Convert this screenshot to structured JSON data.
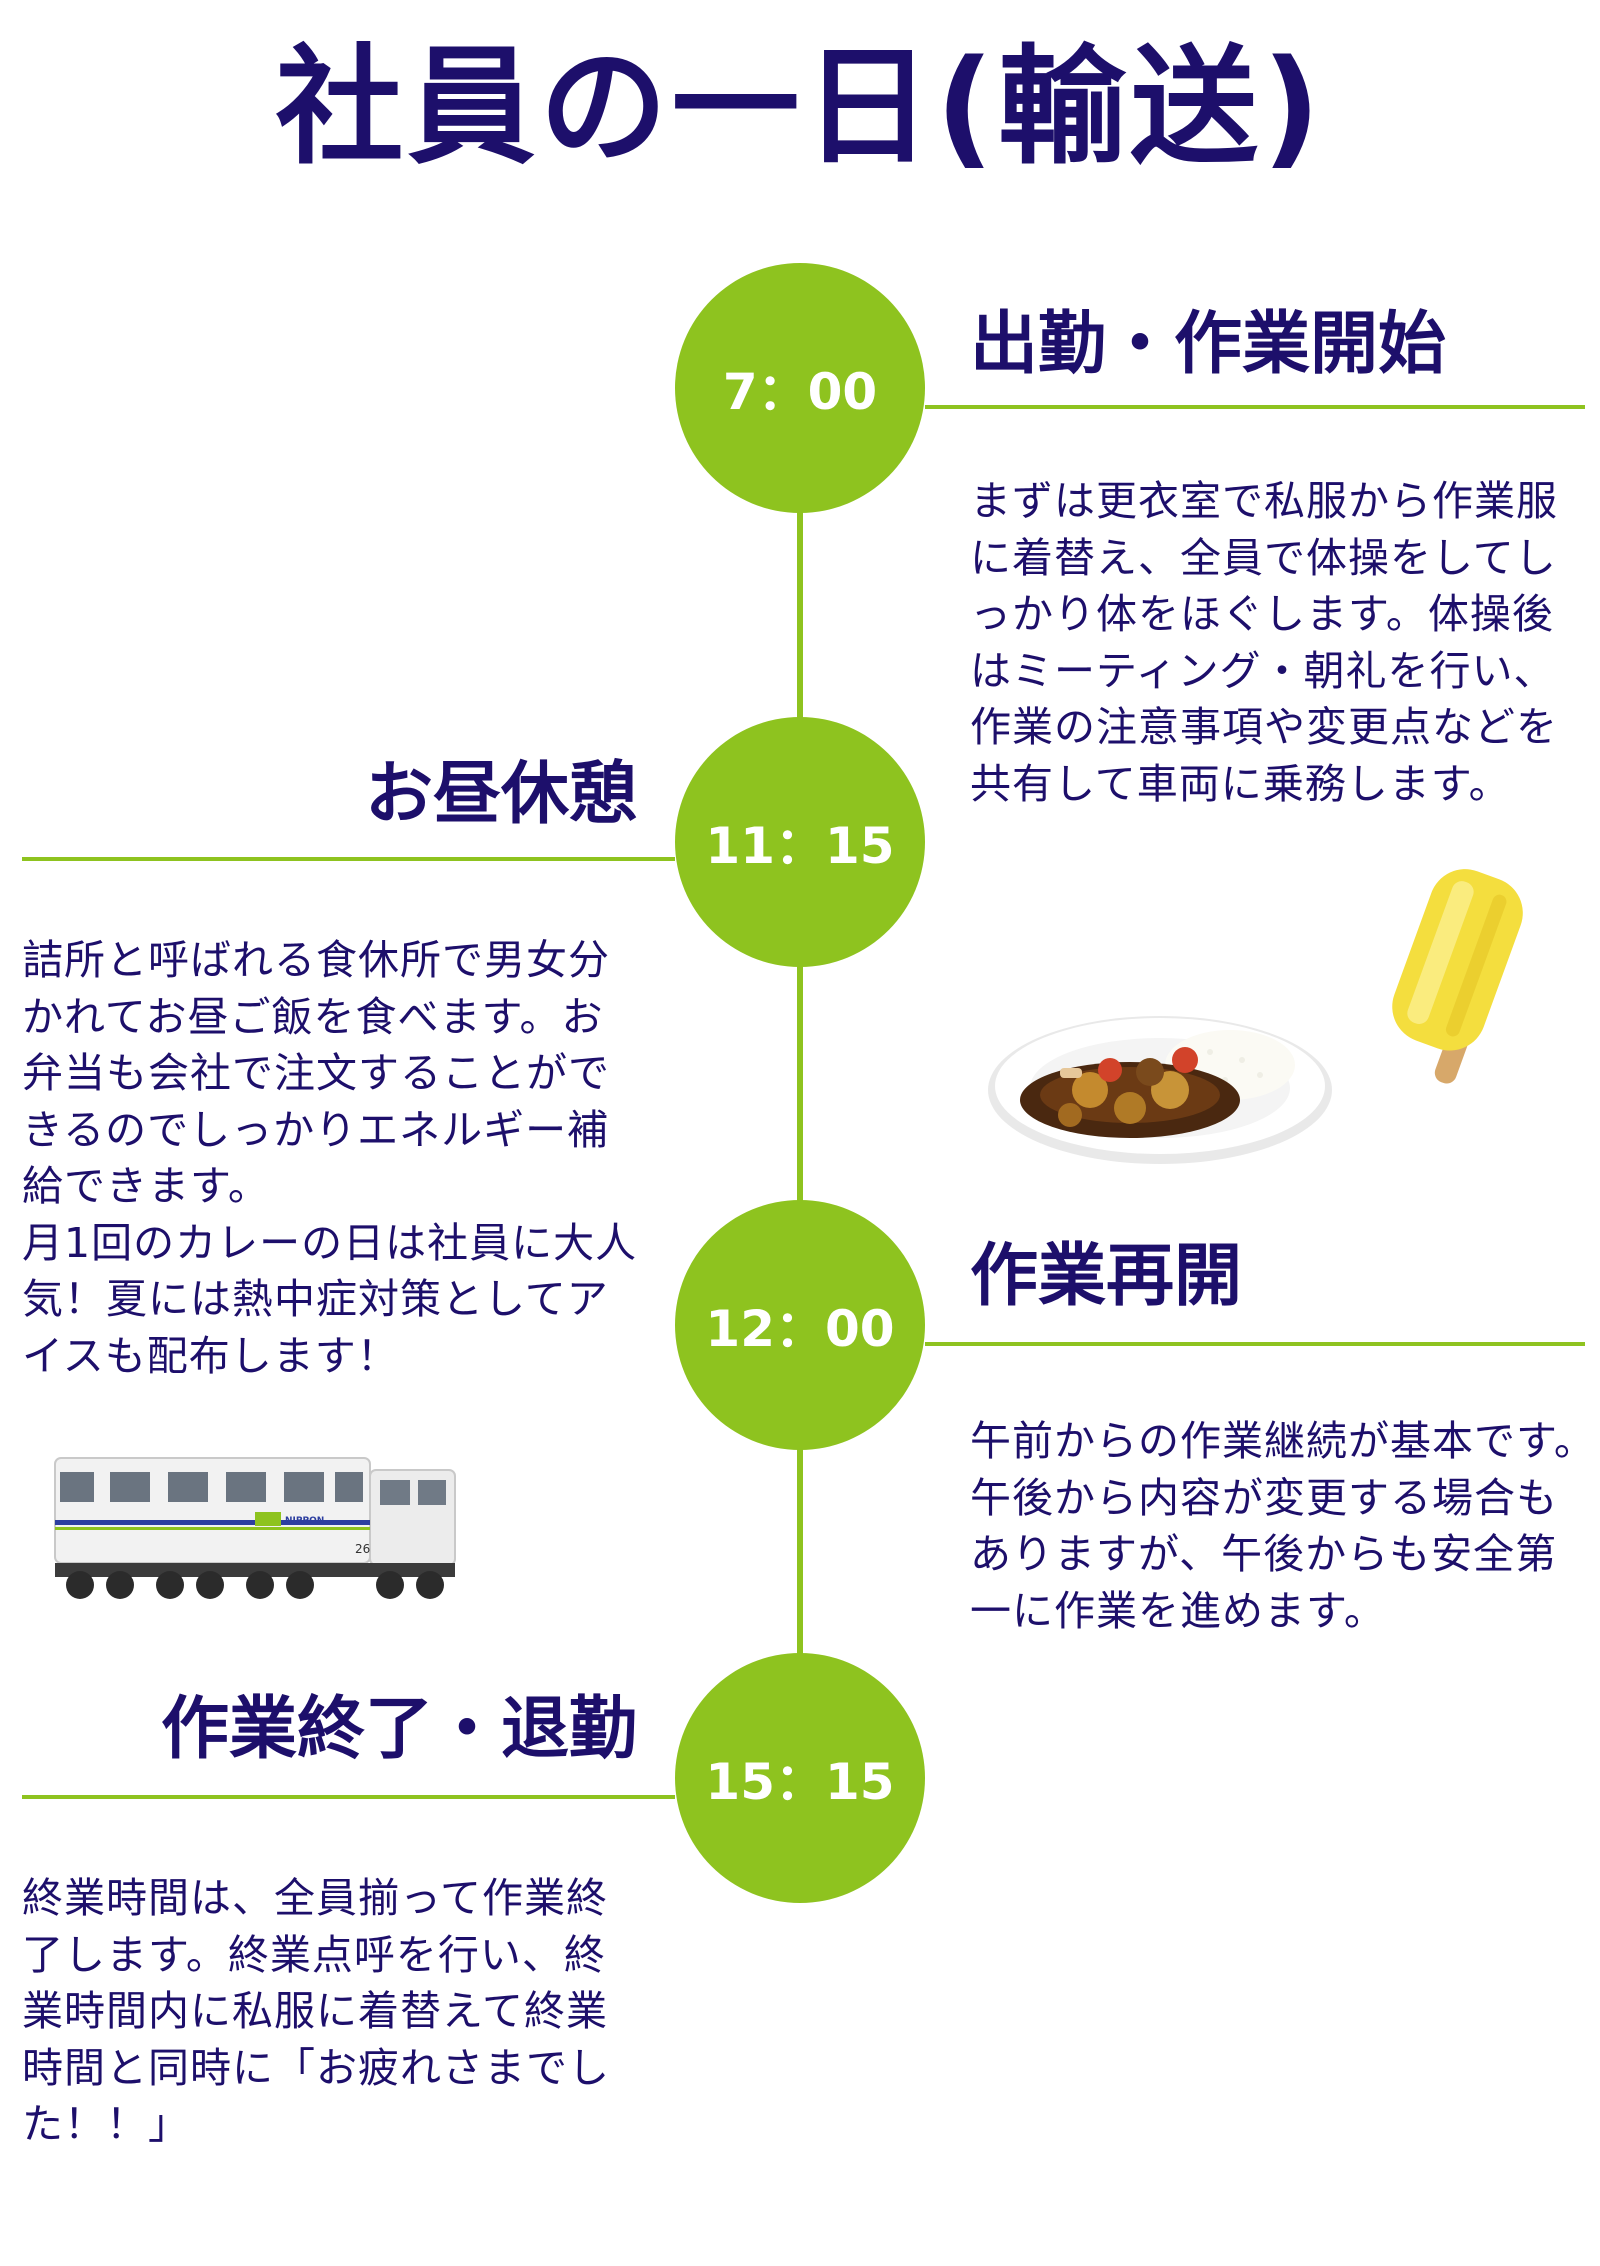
{
  "title": "社員の一日(輸送)",
  "events": [
    {
      "time": "7：00",
      "heading": "出勤・作業開始",
      "text": "まずは更衣室で私服から作業服\nに着替え、全員で体操をしてし\nっかり体をほぐします。体操後\nはミーティング・朝礼を行い、\n作業の注意事項や変更点などを\n共有して車両に乗務します。"
    },
    {
      "time": "11：15",
      "heading": "お昼休憩",
      "text": "詰所と呼ばれる食休所で男女分\nかれてお昼ご飯を食べます。お\n弁当も会社で注文することがで\nきるのでしっかりエネルギー補\n給できます。\n月1回のカレーの日は社員に大人\n気！夏には熱中症対策としてア\nイスも配布します！"
    },
    {
      "time": "12：00",
      "heading": "作業再開",
      "text": "午前からの作業継続が基本です。\n午後から内容が変更する場合も\nありますが、午後からも安全第\n一に作業を進めます。"
    },
    {
      "time": "15：15",
      "heading": "作業終了・退勤",
      "text": "終業時間は、全員揃って作業終\n了します。終業点呼を行い、終\n業時間内に私服に着替えて終業\n時間と同時に「お疲れさまでし\nた！！」"
    }
  ],
  "vehicle": {
    "logo_text": "NIPPON",
    "number": "26"
  },
  "colors": {
    "accent_green": "#8ec31f",
    "navy": "#1d0f6b"
  }
}
